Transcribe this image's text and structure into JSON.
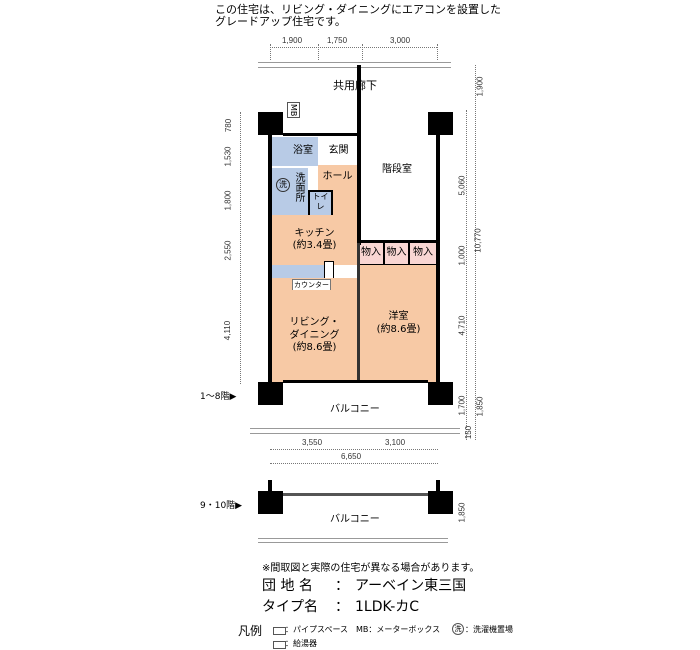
{
  "header": {
    "line1": "この住宅は、リビング・ダイニングにエアコンを設置した",
    "line2": "グレードアップ住宅です。"
  },
  "dims": {
    "top": [
      "1,900",
      "1,750",
      "3,000"
    ],
    "right_outer": [
      "1,900",
      "10,770",
      "1,850"
    ],
    "right_inner": [
      "5,060",
      "1,000",
      "4,710",
      "1,700",
      "150"
    ],
    "left": [
      "780",
      "1,530",
      "1,800",
      "2,550",
      "4,110"
    ],
    "bottom": [
      "3,550",
      "3,100",
      "6,650"
    ],
    "balcony2": "1,850"
  },
  "rooms": {
    "corridor": "共用廊下",
    "mb": "MB",
    "bath": "浴室",
    "entrance": "玄関",
    "hall": "ホール",
    "washroom": "洗面所",
    "washer": "洗",
    "toilet": "トイレ",
    "stairs": "階段室",
    "kitchen": "キッチン",
    "kitchen_size": "(約3.4畳)",
    "storage": [
      "物入",
      "物入",
      "物入"
    ],
    "counter": "カウンター",
    "living1": "リビング・",
    "living2": "ダイニング",
    "living_size": "(約8.6畳)",
    "western": "洋室",
    "western_size": "(約8.6畳)",
    "balcony": "バルコニー"
  },
  "floors": {
    "f1": "1～8階▶",
    "f2": "9・10階▶"
  },
  "notes": {
    "disclaimer": "※間取図と実際の住宅が異なる場合があります。",
    "estate_label": "団 地 名",
    "estate": "アーベイン東三国",
    "type_label": "タイプ名",
    "type": "1LDK-カC",
    "sep": "：",
    "legend_title": "凡例",
    "legend": [
      "：パイプスペース",
      "MB：メーターボックス",
      "：洗濯機置場",
      "：給湯器"
    ],
    "legend_washer": "洗"
  },
  "colors": {
    "wet": "#b8cbe6",
    "living": "#f7c9a5",
    "storage": "#f9d6d3"
  }
}
